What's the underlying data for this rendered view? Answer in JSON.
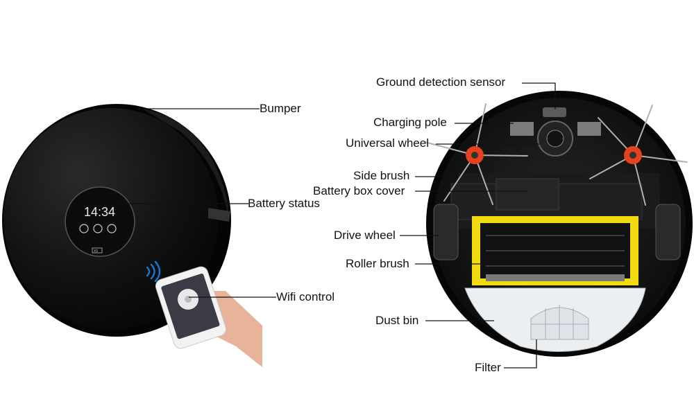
{
  "left_labels": {
    "bumper": "Bumper",
    "battery_status": "Battery status",
    "wifi_control": "Wifi control"
  },
  "right_labels": {
    "ground_detection_sensor": "Ground detection sensor",
    "charging_pole": "Charging pole",
    "universal_wheel": "Universal wheel",
    "side_brush": "Side brush",
    "battery_box_cover": "Battery box cover",
    "drive_wheel": "Drive wheel",
    "roller_brush": "Roller brush",
    "dust_bin": "Dust bin",
    "filter": "Filter"
  },
  "display": {
    "time": "14:34",
    "badge": "X5"
  },
  "colors": {
    "robot_body": "#0d0d0d",
    "roller_frame": "#f2dc10",
    "side_brush_hub": "#e8421c",
    "dust_bin": "#eceff2",
    "wifi": "#1a73c8"
  }
}
